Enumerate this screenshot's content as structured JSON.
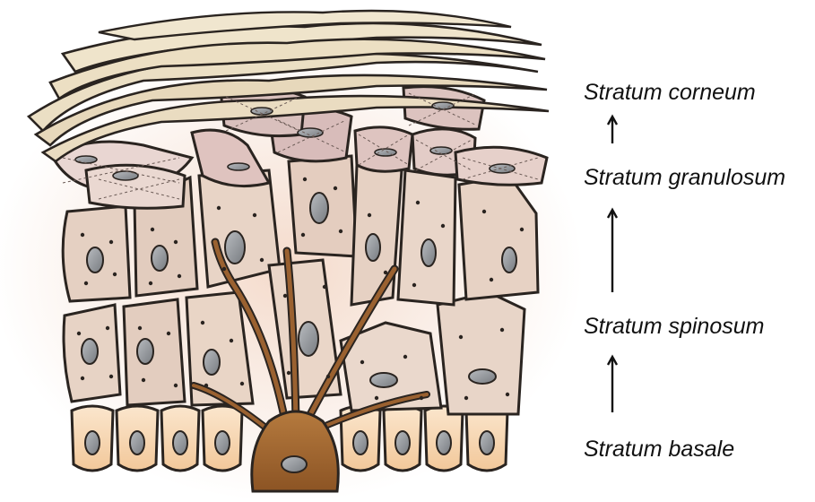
{
  "diagram": {
    "layers": [
      {
        "key": "corneum",
        "label": "Stratum corneum"
      },
      {
        "key": "granulosum",
        "label": "Stratum granulosum"
      },
      {
        "key": "spinosum",
        "label": "Stratum spinosum"
      },
      {
        "key": "basale",
        "label": "Stratum basale"
      }
    ],
    "colors": {
      "outline": "#2a2420",
      "corneum": "#e9dcc0",
      "granulosum": "#ddc6c3",
      "spinosum": "#e6d4c7",
      "basale": "#f6d9b6",
      "melanocyte": "#9a6130",
      "nucleus": "#8a8e94",
      "arrow": "#111111"
    }
  }
}
